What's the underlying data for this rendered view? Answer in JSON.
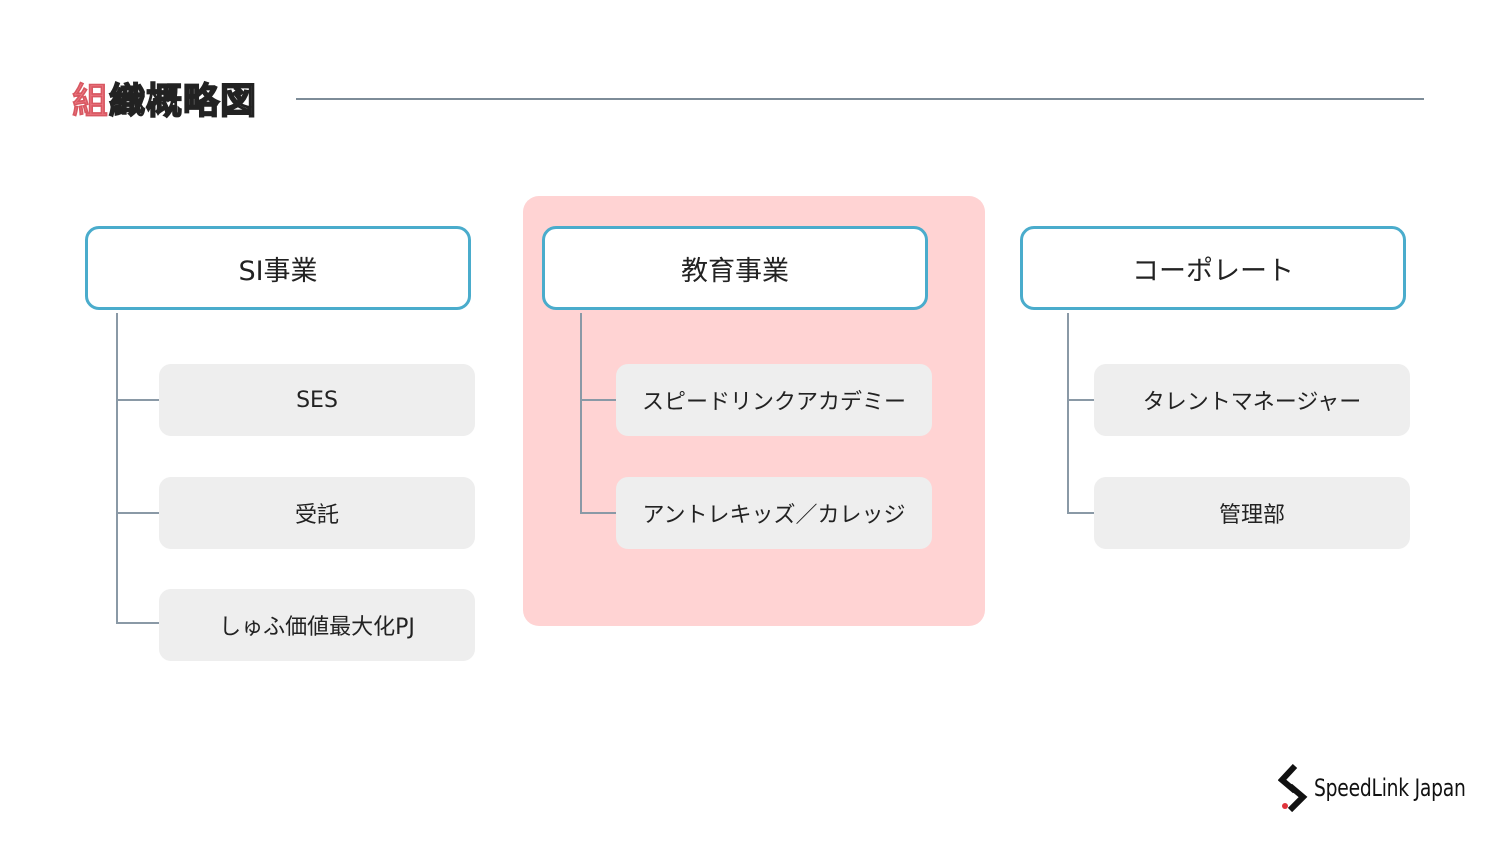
{
  "title": {
    "accent_char": "組",
    "rest": "織概略図"
  },
  "departments": [
    {
      "name": "SI事業",
      "items": [
        "SES",
        "受託",
        "しゅふ価値最大化PJ"
      ]
    },
    {
      "name": "教育事業",
      "items": [
        "スピードリンクアカデミー",
        "アントレキッズ／カレッジ"
      ],
      "highlighted": true
    },
    {
      "name": "コーポレート",
      "items": [
        "タレントマネージャー",
        "管理部"
      ]
    }
  ],
  "logo": {
    "text": "SpeedLink Japan",
    "icon": "speedlink-s-logo-icon"
  },
  "colors": {
    "title_accent": "#f07c86",
    "box_border": "#4aaccc",
    "highlight_bg": "#ffd3d3",
    "item_bg": "#eeeeee",
    "connector": "#8a99a6"
  }
}
